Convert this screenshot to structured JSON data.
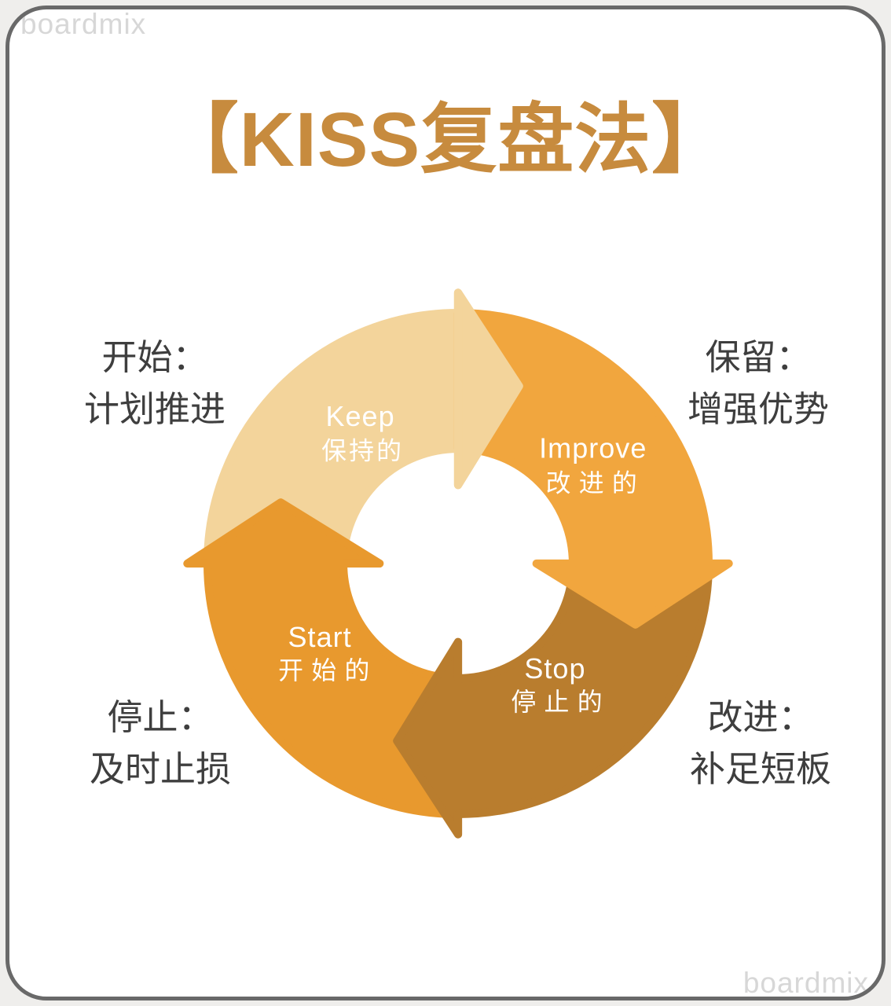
{
  "watermark": "boardmix",
  "title": "【KISS复盘法】",
  "diagram": {
    "type": "cycle",
    "direction": "clockwise",
    "segments": [
      {
        "id": "keep",
        "en": "Keep",
        "zh": "保持的",
        "color": "#F3D49B"
      },
      {
        "id": "improve",
        "en": "Improve",
        "zh": "改进的",
        "color": "#F1A63E"
      },
      {
        "id": "stop",
        "en": "Stop",
        "zh": "停止的",
        "color": "#B97D2E"
      },
      {
        "id": "start",
        "en": "Start",
        "zh": "开始的",
        "color": "#E8992E"
      }
    ]
  },
  "corner_labels": {
    "top_left": {
      "line1": "开始：",
      "line2": "计划推进"
    },
    "top_right": {
      "line1": "保留：",
      "line2": "增强优势"
    },
    "bottom_left": {
      "line1": "停止：",
      "line2": "及时止损"
    },
    "bottom_right": {
      "line1": "改进：",
      "line2": "补足短板"
    }
  },
  "colors": {
    "title": "#c78b3e",
    "corner_text": "#3e3e3e",
    "card_border": "#696969",
    "page_background": "#efeeec",
    "inner_circle": "#ffffff"
  }
}
